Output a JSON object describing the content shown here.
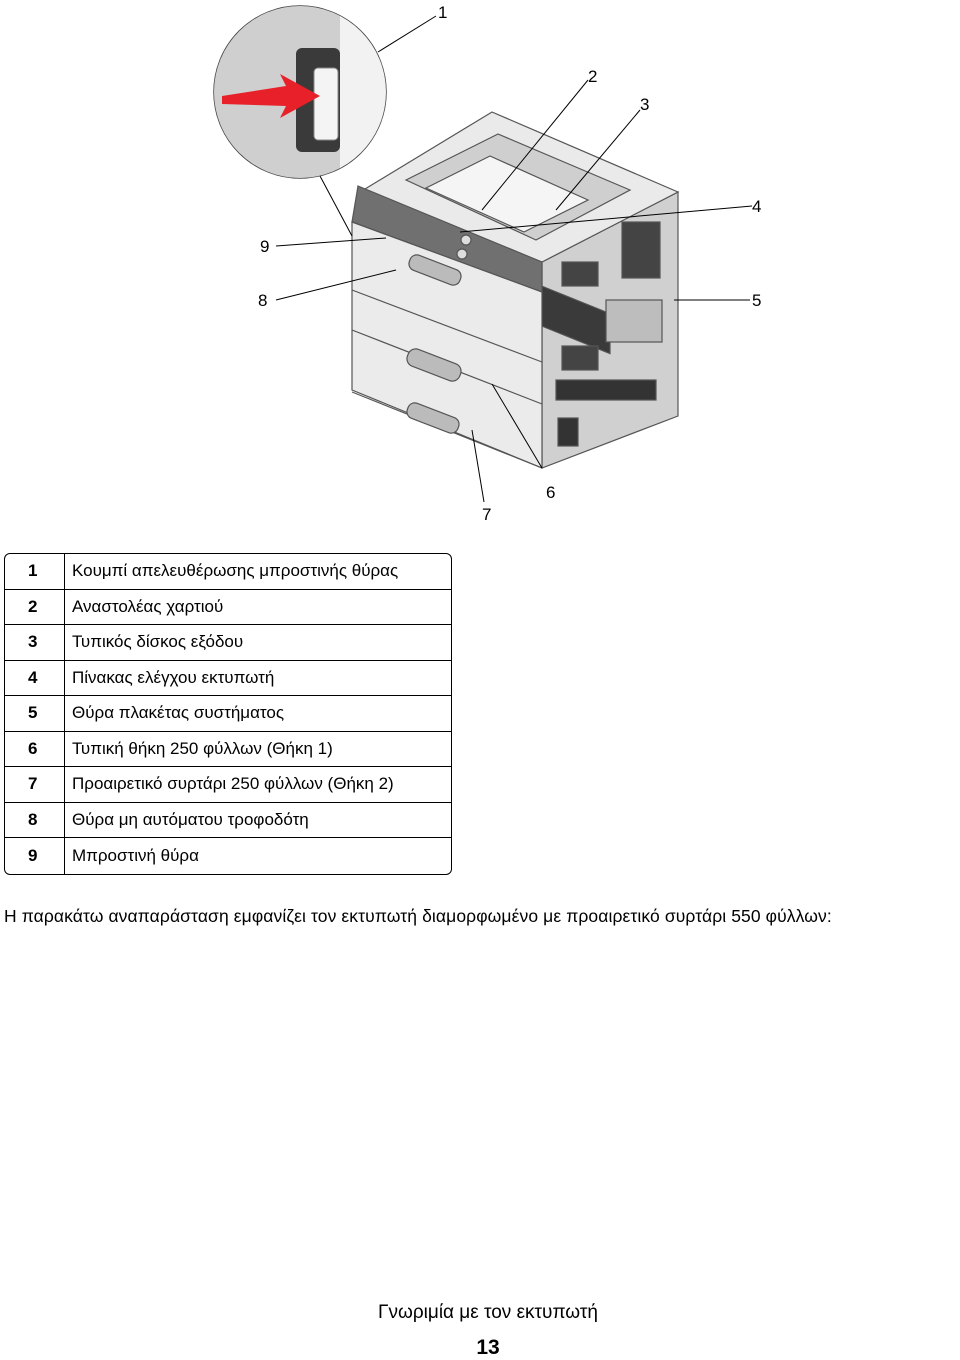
{
  "figure": {
    "callouts": [
      "1",
      "2",
      "3",
      "4",
      "5",
      "6",
      "7",
      "8",
      "9"
    ]
  },
  "legend": {
    "rows": [
      {
        "num": "1",
        "text": "Κουμπί απελευθέρωσης μπροστινής θύρας"
      },
      {
        "num": "2",
        "text": "Αναστολέας χαρτιού"
      },
      {
        "num": "3",
        "text": "Τυπικός δίσκος εξόδου"
      },
      {
        "num": "4",
        "text": "Πίνακας ελέγχου εκτυπωτή"
      },
      {
        "num": "5",
        "text": "Θύρα πλακέτας συστήματος"
      },
      {
        "num": "6",
        "text": "Τυπική θήκη 250 φύλλων (Θήκη 1)"
      },
      {
        "num": "7",
        "text": "Προαιρετικό συρτάρι 250 φύλλων (Θήκη 2)"
      },
      {
        "num": "8",
        "text": "Θύρα μη αυτόματου τροφοδότη"
      },
      {
        "num": "9",
        "text": "Μπροστινή θύρα"
      }
    ]
  },
  "caption": "Η παρακάτω αναπαράσταση εμφανίζει τον εκτυπωτή διαμορφωμένο με προαιρετικό συρτάρι 550 φύλλων:",
  "footer": {
    "section_title": "Γνωριμία με τον εκτυπωτή",
    "page_number": "13"
  },
  "colors": {
    "arrow": "#e8202a",
    "printer_body": "#e6e6e6",
    "printer_dark": "#5a5a5a"
  }
}
